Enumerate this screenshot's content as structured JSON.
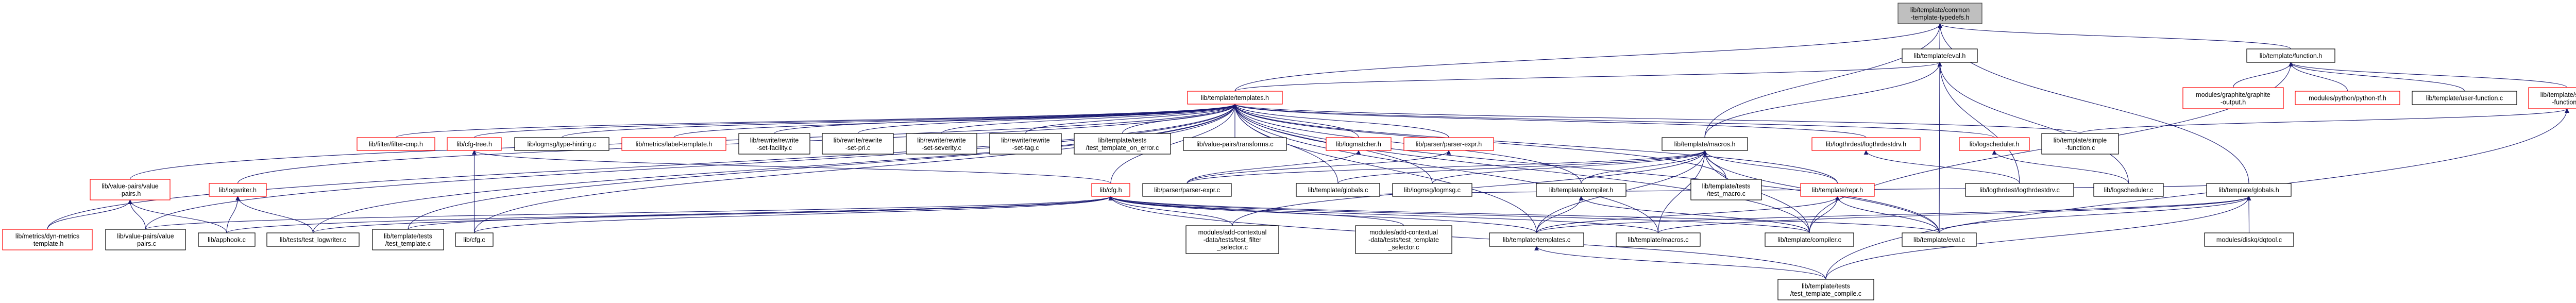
{
  "graph": {
    "colors": {
      "edge": "#191970",
      "truncated_border": "#ff0000",
      "normal_border": "#000000",
      "root_fill": "#bfbfbf"
    },
    "nodes": [
      {
        "id": "typedefs",
        "lines": [
          "lib/template/common",
          "-template-typedefs.h"
        ],
        "style": "root"
      },
      {
        "id": "evalh",
        "lines": [
          "lib/template/eval.h"
        ],
        "style": "normal"
      },
      {
        "id": "functionh",
        "lines": [
          "lib/template/function.h"
        ],
        "style": "normal"
      },
      {
        "id": "templatesh",
        "lines": [
          "lib/template/templates.h"
        ],
        "style": "truncated"
      },
      {
        "id": "graphite",
        "lines": [
          "modules/graphite/graphite",
          "-output.h"
        ],
        "style": "truncated"
      },
      {
        "id": "pythontf",
        "lines": [
          "modules/python/python-tf.h"
        ],
        "style": "truncated"
      },
      {
        "id": "userfunc",
        "lines": [
          "lib/template/user-function.c"
        ],
        "style": "normal"
      },
      {
        "id": "simplefunch",
        "lines": [
          "lib/template/simple",
          "-function.h"
        ],
        "style": "truncated"
      },
      {
        "id": "filtercmp",
        "lines": [
          "lib/filter/filter-cmp.h"
        ],
        "style": "truncated"
      },
      {
        "id": "cfgtree",
        "lines": [
          "lib/cfg-tree.h"
        ],
        "style": "truncated"
      },
      {
        "id": "typehint",
        "lines": [
          "lib/logmsg/type-hinting.c"
        ],
        "style": "normal"
      },
      {
        "id": "labeltmpl",
        "lines": [
          "lib/metrics/label-template.h"
        ],
        "style": "truncated"
      },
      {
        "id": "rwfac",
        "lines": [
          "lib/rewrite/rewrite",
          "-set-facility.c"
        ],
        "style": "normal"
      },
      {
        "id": "rwpri",
        "lines": [
          "lib/rewrite/rewrite",
          "-set-pri.c"
        ],
        "style": "normal"
      },
      {
        "id": "rwsev",
        "lines": [
          "lib/rewrite/rewrite",
          "-set-severity.c"
        ],
        "style": "normal"
      },
      {
        "id": "rwtag",
        "lines": [
          "lib/rewrite/rewrite",
          "-set-tag.c"
        ],
        "style": "normal"
      },
      {
        "id": "tonerr",
        "lines": [
          "lib/template/tests",
          "/test_template_on_error.c"
        ],
        "style": "normal"
      },
      {
        "id": "transforms",
        "lines": [
          "lib/value-pairs/transforms.c"
        ],
        "style": "normal"
      },
      {
        "id": "logmatcher",
        "lines": [
          "lib/logmatcher.h"
        ],
        "style": "truncated"
      },
      {
        "id": "parserexprh",
        "lines": [
          "lib/parser/parser-expr.h"
        ],
        "style": "truncated"
      },
      {
        "id": "macrosh",
        "lines": [
          "lib/template/macros.h"
        ],
        "style": "normal"
      },
      {
        "id": "logthrh",
        "lines": [
          "lib/logthrdest/logthrdestdrv.h"
        ],
        "style": "truncated"
      },
      {
        "id": "logschedh",
        "lines": [
          "lib/logscheduler.h"
        ],
        "style": "truncated"
      },
      {
        "id": "simplefuncc",
        "lines": [
          "lib/template/simple",
          "-function.c"
        ],
        "style": "normal"
      },
      {
        "id": "vph",
        "lines": [
          "lib/value-pairs/value",
          "-pairs.h"
        ],
        "style": "truncated"
      },
      {
        "id": "logwriterh",
        "lines": [
          "lib/logwriter.h"
        ],
        "style": "truncated"
      },
      {
        "id": "cfgh",
        "lines": [
          "lib/cfg.h"
        ],
        "style": "truncated"
      },
      {
        "id": "parserexprc",
        "lines": [
          "lib/parser/parser-expr.c"
        ],
        "style": "normal"
      },
      {
        "id": "globalsc",
        "lines": [
          "lib/template/globals.c"
        ],
        "style": "normal"
      },
      {
        "id": "logmsgc",
        "lines": [
          "lib/logmsg/logmsg.c"
        ],
        "style": "normal"
      },
      {
        "id": "compilerh",
        "lines": [
          "lib/template/compiler.h"
        ],
        "style": "normal"
      },
      {
        "id": "testmacro",
        "lines": [
          "lib/template/tests",
          "/test_macro.c"
        ],
        "style": "normal"
      },
      {
        "id": "reprh",
        "lines": [
          "lib/template/repr.h"
        ],
        "style": "truncated"
      },
      {
        "id": "logthrc",
        "lines": [
          "lib/logthrdest/logthrdestdrv.c"
        ],
        "style": "normal"
      },
      {
        "id": "logschedc",
        "lines": [
          "lib/logscheduler.c"
        ],
        "style": "normal"
      },
      {
        "id": "globalsh",
        "lines": [
          "lib/template/globals.h"
        ],
        "style": "normal"
      },
      {
        "id": "dynmetrics",
        "lines": [
          "lib/metrics/dyn-metrics",
          "-template.h"
        ],
        "style": "truncated"
      },
      {
        "id": "vpc",
        "lines": [
          "lib/value-pairs/value",
          "-pairs.c"
        ],
        "style": "normal"
      },
      {
        "id": "apphook",
        "lines": [
          "lib/apphook.c"
        ],
        "style": "normal"
      },
      {
        "id": "testlogwriter",
        "lines": [
          "lib/tests/test_logwriter.c"
        ],
        "style": "normal"
      },
      {
        "id": "testtemplate",
        "lines": [
          "lib/template/tests",
          "/test_template.c"
        ],
        "style": "normal"
      },
      {
        "id": "cfgc",
        "lines": [
          "lib/cfg.c"
        ],
        "style": "normal"
      },
      {
        "id": "tfs",
        "lines": [
          "modules/add-contextual",
          "-data/tests/test_filter",
          "_selector.c"
        ],
        "style": "normal"
      },
      {
        "id": "tts",
        "lines": [
          "modules/add-contextual",
          "-data/tests/test_template",
          "_selector.c"
        ],
        "style": "normal"
      },
      {
        "id": "templatesc",
        "lines": [
          "lib/template/templates.c"
        ],
        "style": "normal"
      },
      {
        "id": "macrosc",
        "lines": [
          "lib/template/macros.c"
        ],
        "style": "normal"
      },
      {
        "id": "compilerc",
        "lines": [
          "lib/template/compiler.c"
        ],
        "style": "normal"
      },
      {
        "id": "evalc",
        "lines": [
          "lib/template/eval.c"
        ],
        "style": "normal"
      },
      {
        "id": "dqtool",
        "lines": [
          "modules/diskq/dqtool.c"
        ],
        "style": "normal"
      },
      {
        "id": "ttc",
        "lines": [
          "lib/template/tests",
          "/test_template_compile.c"
        ],
        "style": "normal"
      }
    ],
    "edges": [
      [
        "evalh",
        "typedefs"
      ],
      [
        "functionh",
        "typedefs"
      ],
      [
        "templatesh",
        "typedefs"
      ],
      [
        "macrosh",
        "typedefs"
      ],
      [
        "globalsh",
        "typedefs"
      ],
      [
        "templatesh",
        "evalh"
      ],
      [
        "macrosh",
        "evalh"
      ],
      [
        "logthrc",
        "evalh"
      ],
      [
        "logschedc",
        "evalh"
      ],
      [
        "evalc",
        "evalh"
      ],
      [
        "graphite",
        "functionh"
      ],
      [
        "pythontf",
        "functionh"
      ],
      [
        "userfunc",
        "functionh"
      ],
      [
        "simplefunch",
        "functionh"
      ],
      [
        "compilerc",
        "functionh"
      ],
      [
        "simplefuncc",
        "simplefunch"
      ],
      [
        "ttc",
        "simplefunch"
      ],
      [
        "filtercmp",
        "templatesh"
      ],
      [
        "cfgtree",
        "templatesh"
      ],
      [
        "typehint",
        "templatesh"
      ],
      [
        "labeltmpl",
        "templatesh"
      ],
      [
        "rwfac",
        "templatesh"
      ],
      [
        "rwpri",
        "templatesh"
      ],
      [
        "rwsev",
        "templatesh"
      ],
      [
        "rwtag",
        "templatesh"
      ],
      [
        "tonerr",
        "templatesh"
      ],
      [
        "transforms",
        "templatesh"
      ],
      [
        "logmatcher",
        "templatesh"
      ],
      [
        "parserexprh",
        "templatesh"
      ],
      [
        "logthrh",
        "templatesh"
      ],
      [
        "logschedh",
        "templatesh"
      ],
      [
        "simplefuncc",
        "templatesh"
      ],
      [
        "vph",
        "templatesh"
      ],
      [
        "logwriterh",
        "templatesh"
      ],
      [
        "dynmetrics",
        "templatesh"
      ],
      [
        "vpc",
        "templatesh"
      ],
      [
        "testlogwriter",
        "templatesh"
      ],
      [
        "testtemplate",
        "templatesh"
      ],
      [
        "cfgc",
        "templatesh"
      ],
      [
        "cfgh",
        "templatesh"
      ],
      [
        "templatesc",
        "templatesh"
      ],
      [
        "macrosc",
        "templatesh"
      ],
      [
        "compilerc",
        "templatesh"
      ],
      [
        "compilerh",
        "templatesh"
      ],
      [
        "logmsgc",
        "templatesh"
      ],
      [
        "reprh",
        "templatesh"
      ],
      [
        "evalc",
        "templatesh"
      ],
      [
        "globalsc",
        "templatesh"
      ],
      [
        "testmacro",
        "templatesh"
      ],
      [
        "parserexprc",
        "logmatcher"
      ],
      [
        "parserexprc",
        "parserexprh"
      ],
      [
        "cfgc",
        "cfgtree"
      ],
      [
        "cfgh",
        "cfgtree"
      ],
      [
        "dynmetrics",
        "vph"
      ],
      [
        "vpc",
        "vph"
      ],
      [
        "apphook",
        "vph"
      ],
      [
        "apphook",
        "logwriterh"
      ],
      [
        "testlogwriter",
        "logwriterh"
      ],
      [
        "vpc",
        "cfgh"
      ],
      [
        "apphook",
        "cfgh"
      ],
      [
        "testlogwriter",
        "cfgh"
      ],
      [
        "testtemplate",
        "cfgh"
      ],
      [
        "cfgc",
        "cfgh"
      ],
      [
        "tfs",
        "cfgh"
      ],
      [
        "tts",
        "cfgh"
      ],
      [
        "templatesc",
        "cfgh"
      ],
      [
        "macrosc",
        "cfgh"
      ],
      [
        "compilerc",
        "cfgh"
      ],
      [
        "evalc",
        "cfgh"
      ],
      [
        "ttc",
        "cfgh"
      ],
      [
        "logmsgc",
        "macrosh"
      ],
      [
        "globalsc",
        "macrosh"
      ],
      [
        "parserexprc",
        "macrosh"
      ],
      [
        "tfs",
        "macrosh"
      ],
      [
        "compilerh",
        "macrosh"
      ],
      [
        "testmacro",
        "macrosh"
      ],
      [
        "macrosc",
        "macrosh"
      ],
      [
        "reprh",
        "macrosh"
      ],
      [
        "compilerc",
        "macrosh"
      ],
      [
        "templatesc",
        "macrosh"
      ],
      [
        "evalc",
        "macrosh"
      ],
      [
        "templatesc",
        "compilerh"
      ],
      [
        "compilerc",
        "compilerh"
      ],
      [
        "templatesc",
        "reprh"
      ],
      [
        "compilerc",
        "reprh"
      ],
      [
        "evalc",
        "reprh"
      ],
      [
        "logthrc",
        "logthrh"
      ],
      [
        "logschedc",
        "logschedh"
      ],
      [
        "dqtool",
        "globalsh"
      ],
      [
        "globalsc",
        "globalsh"
      ],
      [
        "evalc",
        "globalsh"
      ],
      [
        "templatesc",
        "globalsh"
      ],
      [
        "macrosc",
        "globalsh"
      ],
      [
        "ttc",
        "globalsh"
      ],
      [
        "ttc",
        "templatesc"
      ]
    ]
  }
}
